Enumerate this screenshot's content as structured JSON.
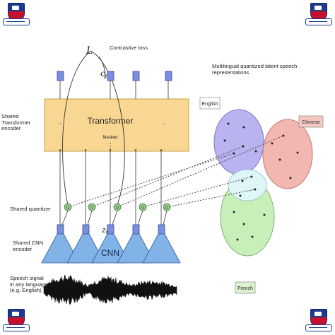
{
  "labels": {
    "contrastive_loss": "Contrastive loss",
    "title": "Multilingual quantized latent speech representations",
    "shared_transformer": "Shared Transformer\nencoder",
    "transformer": "Transformer",
    "masked": "Masked",
    "shared_quantizer": "Shared quantizer",
    "shared_cnn": "Shared CNN\nencoder",
    "cnn": "CNN",
    "speech_signal": "Speech signal\nin any language\n(e.g. English)",
    "english": "English",
    "chinese": "Chinese",
    "french": "French",
    "loss_symbol": "L",
    "ct_symbol": "c",
    "ct_sub": "t",
    "zt_symbol": "z",
    "zt_sub": "t",
    "dash": "-"
  },
  "quantizer_nodes": [
    "Q",
    "Q",
    "Q",
    "Q",
    "Q"
  ],
  "colors": {
    "transformer_fill": "#f9d792",
    "transformer_stroke": "#c9a24a",
    "box_blue": "#7b8fe0",
    "cnn_blue": "#82b3e6",
    "english_fill": "#b9b3f0",
    "chinese_fill": "#f2b7b0",
    "french_fill": "#c9efb8",
    "overlap_fill": "#dff6f9",
    "quantizer_fill": "#96c98a",
    "waveform": "#111111"
  }
}
